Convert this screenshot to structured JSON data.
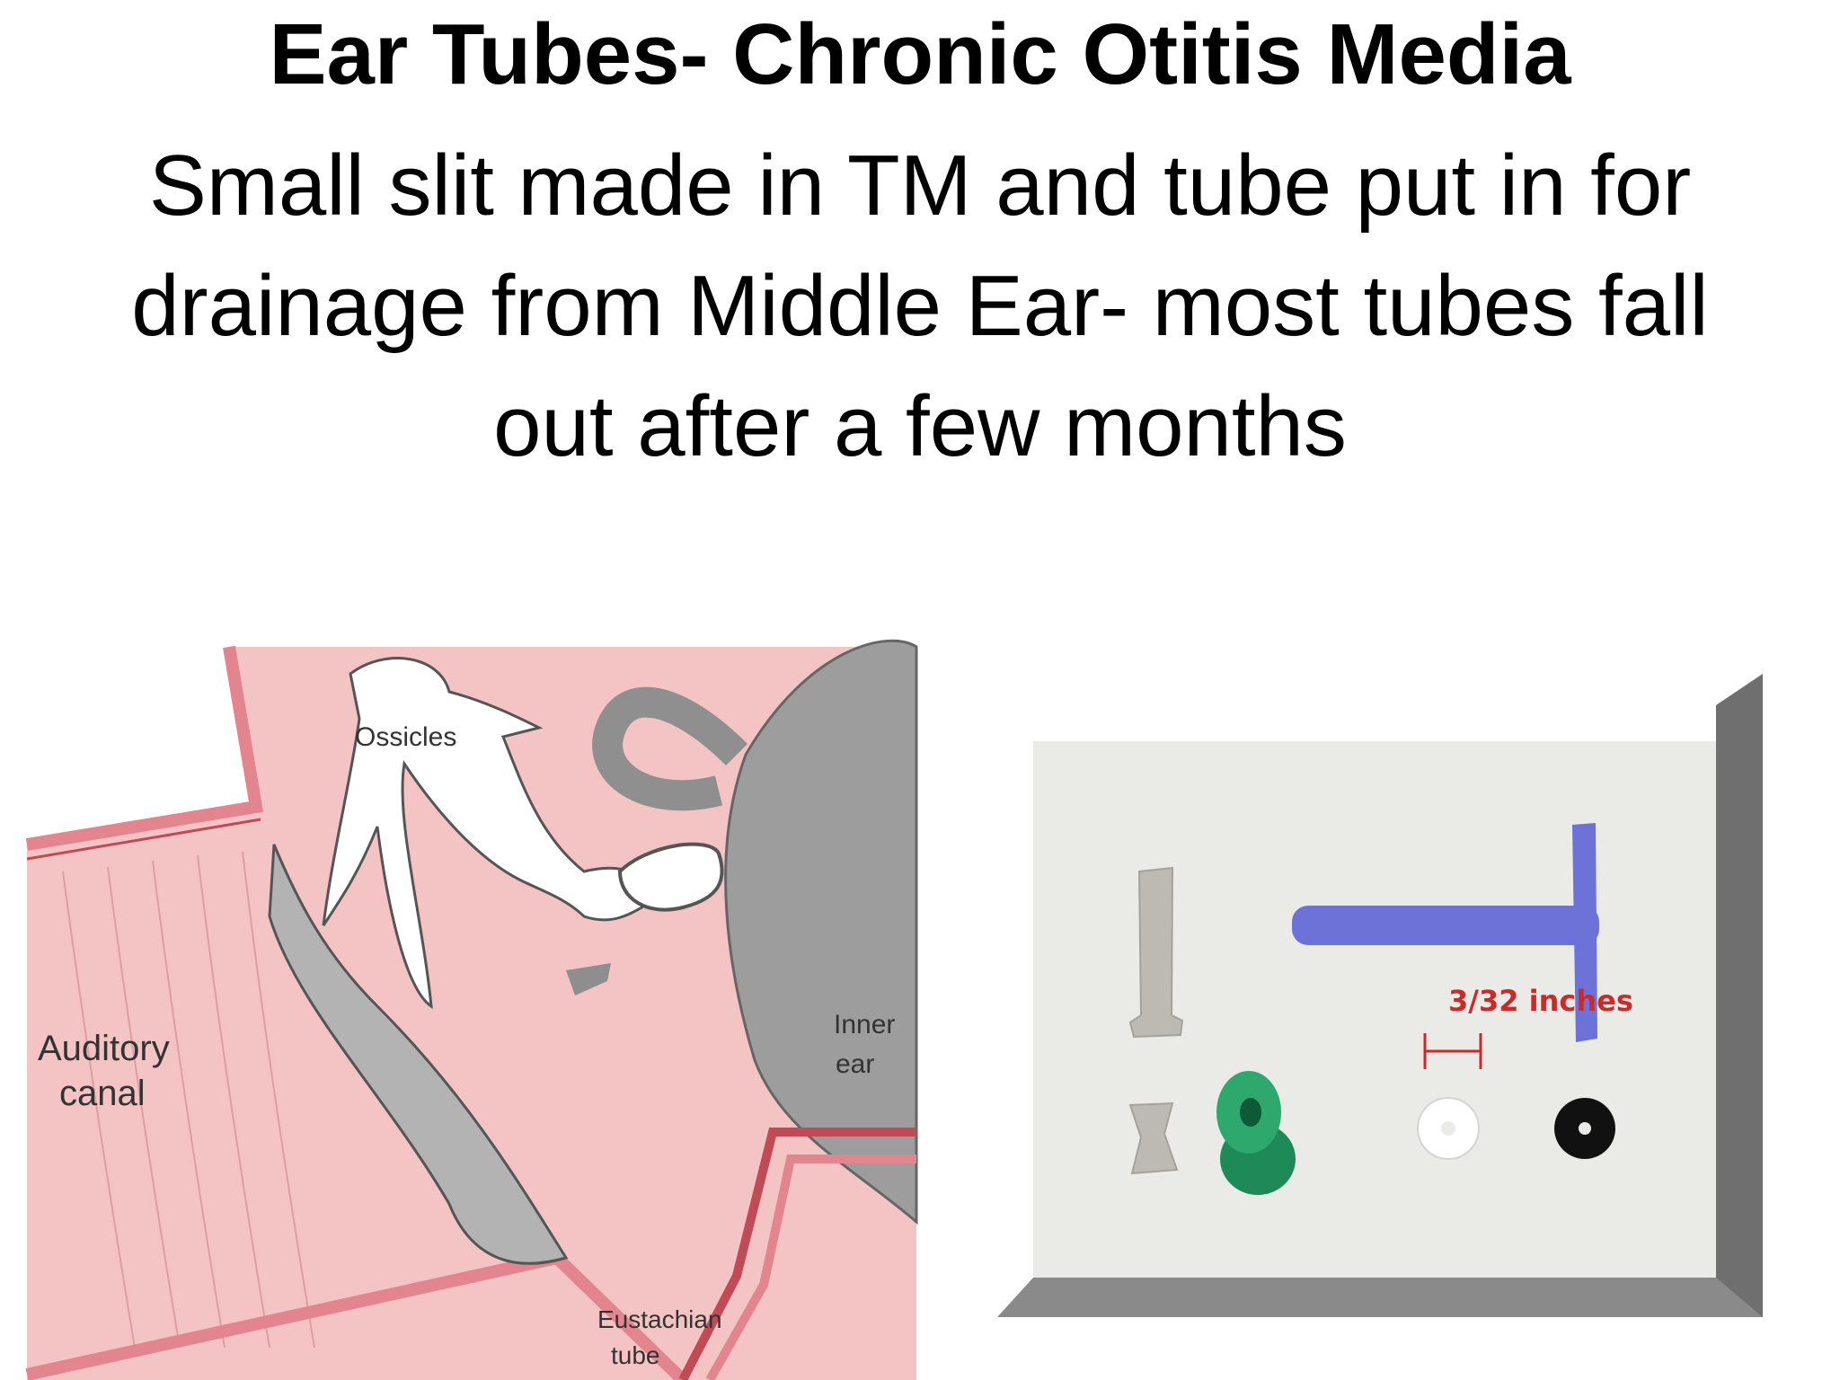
{
  "slide": {
    "title": "Ear Tubes- Chronic Otitis Media",
    "body": "Small slit made in TM and tube put in for drainage from Middle Ear- most tubes fall out after a few months"
  },
  "diagram": {
    "labels": {
      "ossicles": "Ossicles",
      "auditory_canal_line1": "Auditory",
      "auditory_canal_line2": "canal",
      "inner_ear_line1": "Inner",
      "inner_ear_line2": "ear",
      "eustachian_line1": "Eustachian",
      "eustachian_line2": "tube"
    }
  },
  "photo": {
    "measurement_label": "3/32 inches"
  }
}
